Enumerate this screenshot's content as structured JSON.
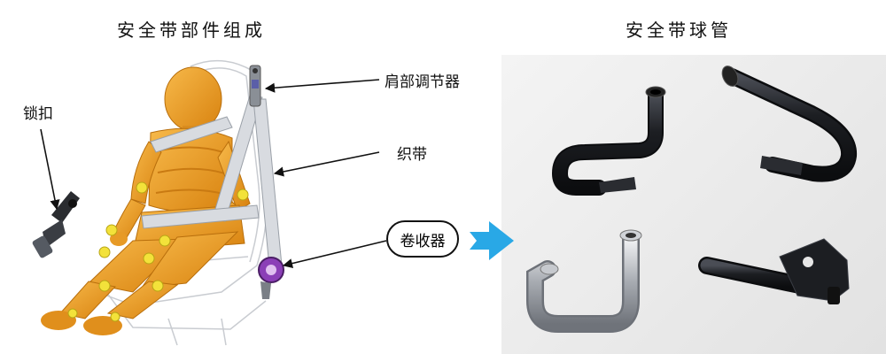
{
  "titles": {
    "components": "安全带部件组成",
    "tubes": "安全带球管"
  },
  "labels": {
    "buckle": "锁扣",
    "shoulder_adjuster": "肩部调节器",
    "webbing": "织带",
    "retractor": "卷收器"
  },
  "colors": {
    "dummy": "#f0a030",
    "dummy_dark": "#c97a12",
    "joint": "#f3e23a",
    "webbing": "#d8dbe0",
    "flow_arrow": "#29a8e6",
    "tube_black": "#1c1e22",
    "tube_silver": "#b9bcc1"
  },
  "icons": {
    "flow_arrow": "right-arrow-icon"
  }
}
